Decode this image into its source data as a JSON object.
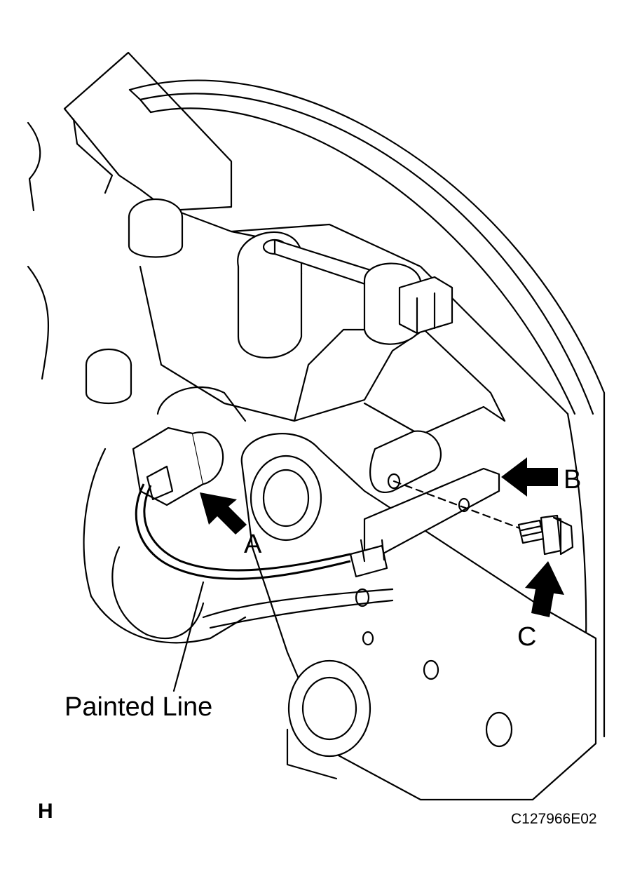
{
  "figure": {
    "labels": {
      "a": "A",
      "b": "B",
      "c": "C",
      "painted_line": "Painted Line",
      "view": "H",
      "code": "C127966E02"
    }
  }
}
